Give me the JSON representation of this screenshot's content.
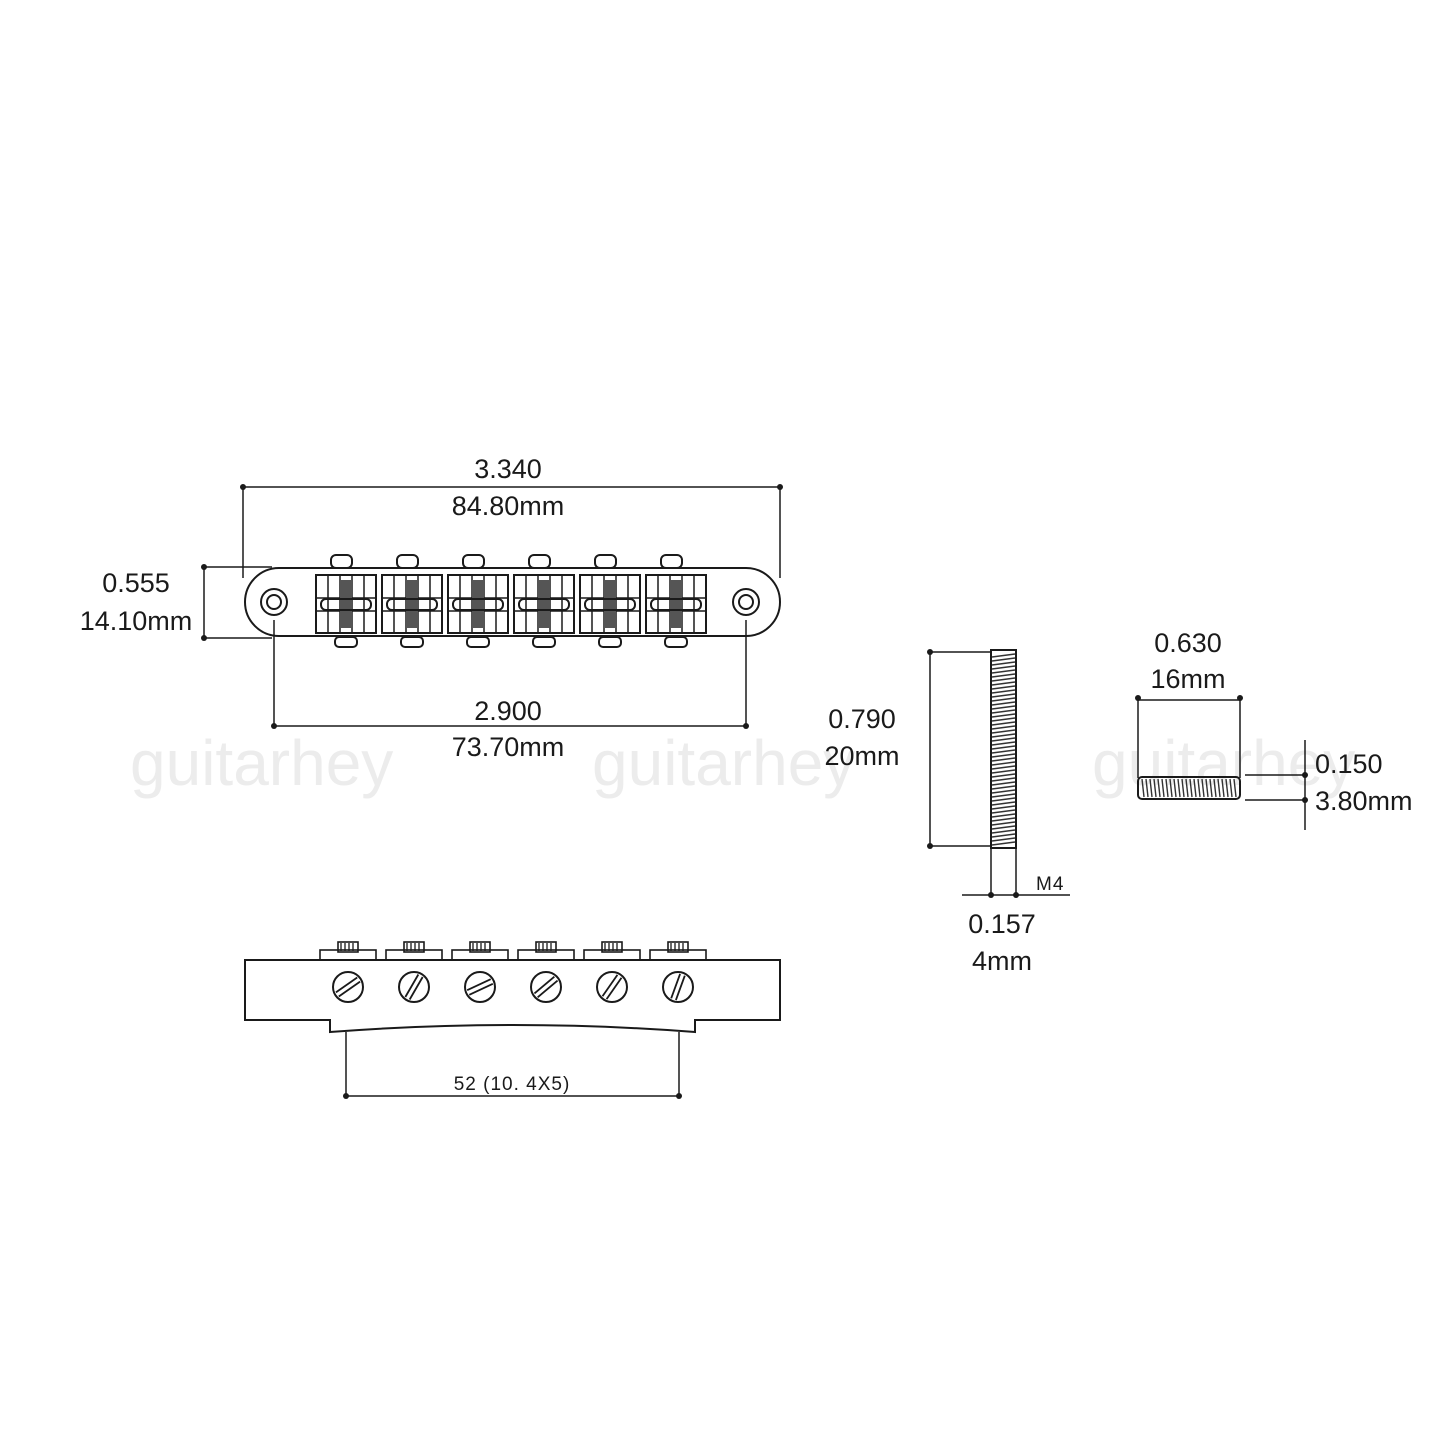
{
  "watermarks": [
    "guitarhey",
    "guitarhey",
    "guitarhey"
  ],
  "bridge_top": {
    "overall_length": {
      "inch": "3.340",
      "mm": "84.80mm"
    },
    "height": {
      "inch": "0.555",
      "mm": "14.10mm"
    },
    "post_spacing": {
      "inch": "2.900",
      "mm": "73.70mm"
    }
  },
  "stud": {
    "length": {
      "inch": "0.790",
      "mm": "20mm"
    },
    "diameter": {
      "inch": "0.157",
      "mm": "4mm"
    },
    "thread": "M4"
  },
  "screw": {
    "length": {
      "inch": "0.630",
      "mm": "16mm"
    },
    "diameter": {
      "inch": "0.150",
      "mm": "3.80mm"
    }
  },
  "bridge_side": {
    "string_spacing": "52 (10. 4X5)"
  }
}
